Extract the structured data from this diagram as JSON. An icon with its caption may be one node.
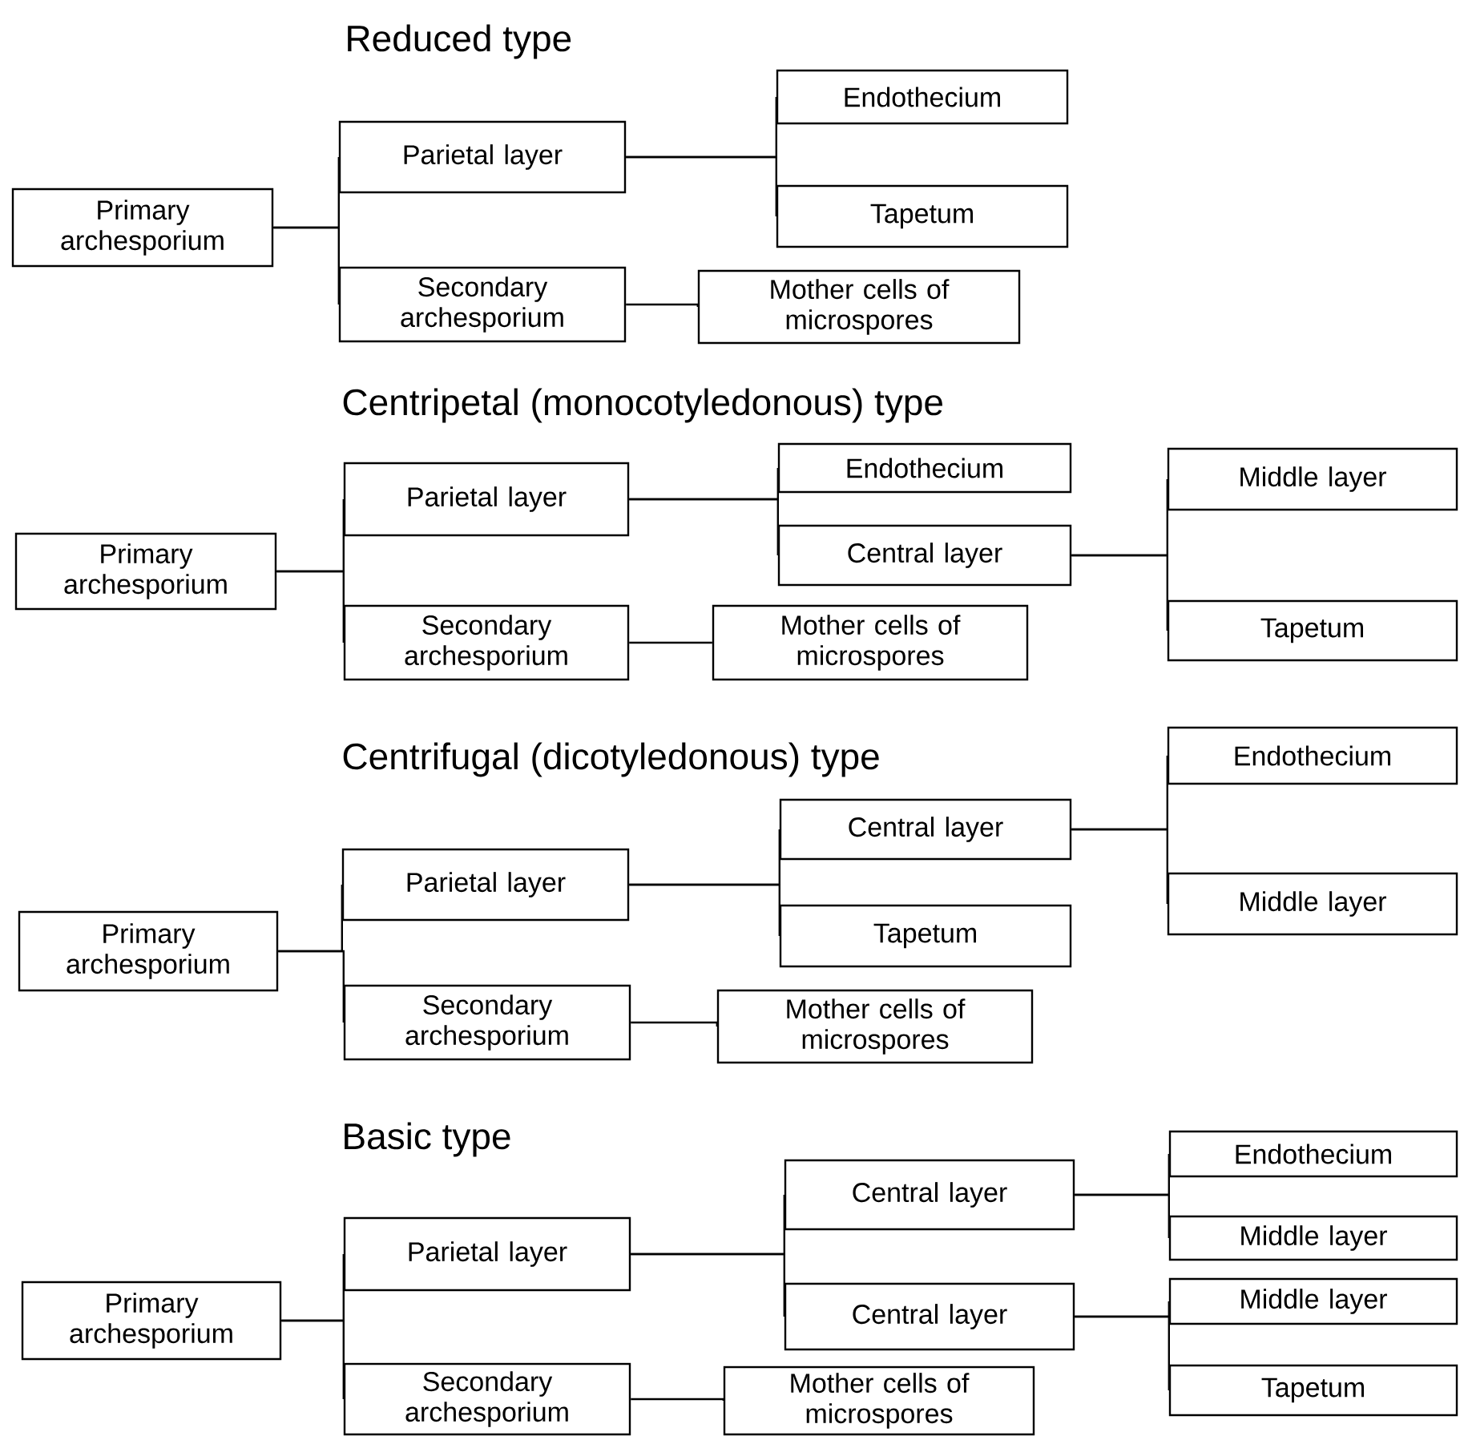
{
  "diagram": {
    "nodes": [
      {
        "text": [
          "Primary archesporium"
        ]
      },
      {
        "text": [
          "Parietal layer"
        ]
      },
      {
        "text": [
          "Endothecium"
        ]
      },
      {
        "text": [
          "Tapetum"
        ]
      },
      {
        "text": [
          "Secondary archesporium"
        ]
      },
      {
        "text": [
          "Mother cells of microspores"
        ]
      },
      {
        "text": [
          "Primary archesporium"
        ]
      },
      {
        "text": [
          "Parietal layer"
        ]
      },
      {
        "text": [
          "Endothecium"
        ]
      },
      {
        "text": [
          "Middle layer"
        ]
      },
      {
        "text": [
          "Central layer"
        ]
      },
      {
        "text": [
          "Tapetum"
        ]
      },
      {
        "text": [
          "Secondary archesporium"
        ]
      },
      {
        "text": [
          "Mother cells of microspores"
        ]
      },
      {
        "text": [
          "Primary archesporium"
        ]
      },
      {
        "text": [
          "Parietal layer"
        ]
      },
      {
        "text": [
          "Central layer"
        ]
      },
      {
        "text": [
          "Endothecium"
        ]
      },
      {
        "text": [
          "Middle layer"
        ]
      },
      {
        "text": [
          "Tapetum"
        ]
      },
      {
        "text": [
          "Secondary archesporium"
        ]
      },
      {
        "text": [
          "Mother cells of microspores"
        ]
      },
      {
        "text": [
          "Primary archesporium"
        ]
      },
      {
        "text": [
          "Parietal layer"
        ]
      },
      {
        "text": [
          "Central layer"
        ]
      },
      {
        "text": [
          "Endothecium"
        ]
      },
      {
        "text": [
          "Middle layer"
        ]
      },
      {
        "text": [
          "Central layer"
        ]
      },
      {
        "text": [
          "Middle layer"
        ]
      },
      {
        "text": [
          "Tapetum"
        ]
      },
      {
        "text": [
          "Secondary archesporium"
        ]
      },
      {
        "text": [
          "Mother cells of microspores"
        ]
      }
    ],
    "edges": [
      {
        "from": 0,
        "to": 1,
        "arrow": "none"
      },
      {
        "from": 0,
        "to": 4,
        "arrow": "none"
      },
      {
        "from": 1,
        "to": 2,
        "arrow": "none"
      },
      {
        "from": 1,
        "to": 3,
        "arrow": "none"
      },
      {
        "from": 4,
        "to": 5,
        "arrow": "none"
      },
      {
        "from": 6,
        "to": 7,
        "arrow": "none"
      },
      {
        "from": 6,
        "to": 12,
        "arrow": "none"
      },
      {
        "from": 7,
        "to": 8,
        "arrow": "none"
      },
      {
        "from": 7,
        "to": 10,
        "arrow": "none"
      },
      {
        "from": 10,
        "to": 9,
        "arrow": "none"
      },
      {
        "from": 10,
        "to": 11,
        "arrow": "none"
      },
      {
        "from": 12,
        "to": 13,
        "arrow": "none"
      },
      {
        "from": 14,
        "to": 15,
        "arrow": "none"
      },
      {
        "from": 14,
        "to": 20,
        "arrow": "none"
      },
      {
        "from": 15,
        "to": 16,
        "arrow": "none"
      },
      {
        "from": 15,
        "to": 19,
        "arrow": "none"
      },
      {
        "from": 16,
        "to": 17,
        "arrow": "none"
      },
      {
        "from": 16,
        "to": 18,
        "arrow": "none"
      },
      {
        "from": 20,
        "to": 21,
        "arrow": "none"
      },
      {
        "from": 22,
        "to": 23,
        "arrow": "none"
      },
      {
        "from": 22,
        "to": 30,
        "arrow": "none"
      },
      {
        "from": 23,
        "to": 24,
        "arrow": "none"
      },
      {
        "from": 23,
        "to": 27,
        "arrow": "none"
      },
      {
        "from": 24,
        "to": 25,
        "arrow": "none"
      },
      {
        "from": 24,
        "to": 26,
        "arrow": "none"
      },
      {
        "from": 27,
        "to": 28,
        "arrow": "none"
      },
      {
        "from": 27,
        "to": 29,
        "arrow": "none"
      },
      {
        "from": 30,
        "to": 31,
        "arrow": "none"
      }
    ],
    "labels": [
      "Reduced type",
      "Centripetal (monocotyledonous) type",
      "Centrifugal (dicotyledonous) type",
      "Basic type"
    ]
  }
}
